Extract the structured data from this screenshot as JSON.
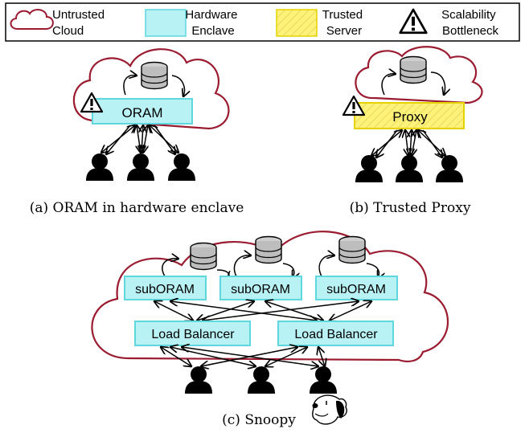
{
  "legend": {
    "untrusted_cloud": "Untrusted\nCloud",
    "hardware_enclave": "Hardware\nEnclave",
    "trusted_server": "Trusted\nServer",
    "scalability_bottleneck": "Scalability\nBottleneck"
  },
  "panel_a": {
    "box_label": "ORAM",
    "caption": "(a) ORAM in hardware enclave"
  },
  "panel_b": {
    "box_label": "Proxy",
    "caption": "(b) Trusted Proxy"
  },
  "panel_c": {
    "suboram_labels": [
      "subORAM",
      "subORAM",
      "subORAM"
    ],
    "load_balancer_labels": [
      "Load Balancer",
      "Load Balancer"
    ],
    "caption": "(c) Snoopy"
  },
  "colors": {
    "cloud_stroke": "#9b1b30",
    "enclave_fill": "#b8f2f5",
    "enclave_stroke": "#5fd7df",
    "trusted_fill": "#fff27a",
    "trusted_stroke": "#e6d200"
  },
  "icons": [
    "cloud-icon",
    "database-icon",
    "warning-icon",
    "user-icon",
    "snoopy-icon"
  ]
}
